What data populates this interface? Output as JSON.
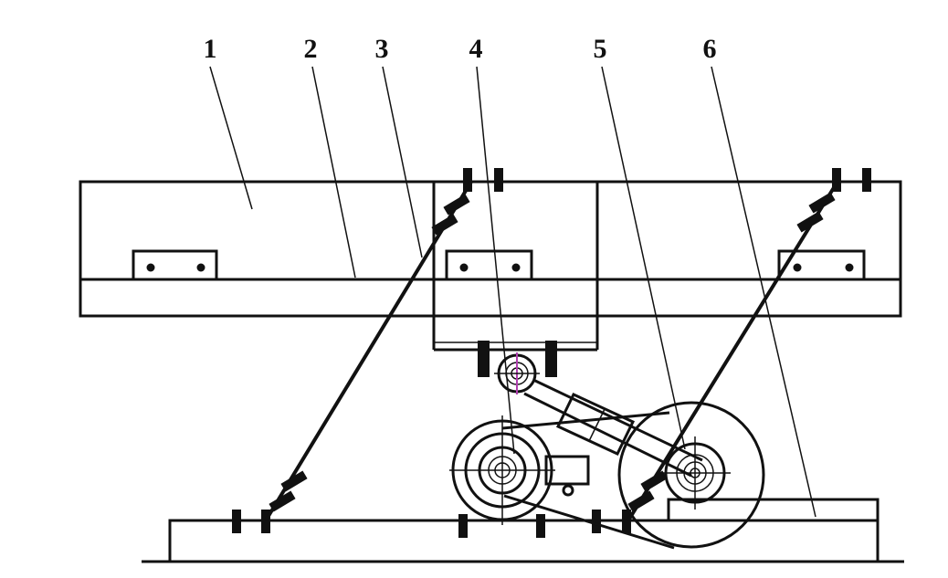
{
  "callouts": [
    "1",
    "2",
    "3",
    "4",
    "5",
    "6"
  ],
  "colors": {
    "line": "#111111",
    "accent": "#b040b0",
    "background": "#ffffff"
  }
}
